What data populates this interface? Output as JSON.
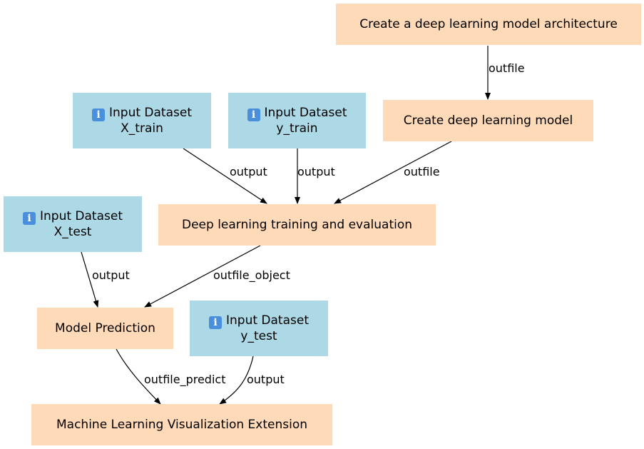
{
  "colors": {
    "input_fill": "#add8e6",
    "tool_fill": "#ffdab9",
    "edge": "#000000"
  },
  "nodes": {
    "create_arch": {
      "label": "Create a deep learning model architecture",
      "kind": "tool"
    },
    "create_model": {
      "label": "Create deep learning model",
      "kind": "tool"
    },
    "x_train": {
      "title": "Input Dataset",
      "name": "X_train",
      "kind": "input",
      "icon": "info-icon"
    },
    "y_train": {
      "title": "Input Dataset",
      "name": "y_train",
      "kind": "input",
      "icon": "info-icon"
    },
    "x_test": {
      "title": "Input Dataset",
      "name": "X_test",
      "kind": "input",
      "icon": "info-icon"
    },
    "training": {
      "label": "Deep learning training and evaluation",
      "kind": "tool"
    },
    "prediction": {
      "label": "Model Prediction",
      "kind": "tool"
    },
    "y_test": {
      "title": "Input Dataset",
      "name": "y_test",
      "kind": "input",
      "icon": "info-icon"
    },
    "visualization": {
      "label": "Machine Learning Visualization Extension",
      "kind": "tool"
    }
  },
  "edges": [
    {
      "from": "create_arch",
      "to": "create_model",
      "label": "outfile"
    },
    {
      "from": "x_train",
      "to": "training",
      "label": "output"
    },
    {
      "from": "y_train",
      "to": "training",
      "label": "output"
    },
    {
      "from": "create_model",
      "to": "training",
      "label": "outfile"
    },
    {
      "from": "x_test",
      "to": "prediction",
      "label": "output"
    },
    {
      "from": "training",
      "to": "prediction",
      "label": "outfile_object"
    },
    {
      "from": "prediction",
      "to": "visualization",
      "label": "outfile_predict"
    },
    {
      "from": "y_test",
      "to": "visualization",
      "label": "output"
    }
  ],
  "info_glyph": "i"
}
